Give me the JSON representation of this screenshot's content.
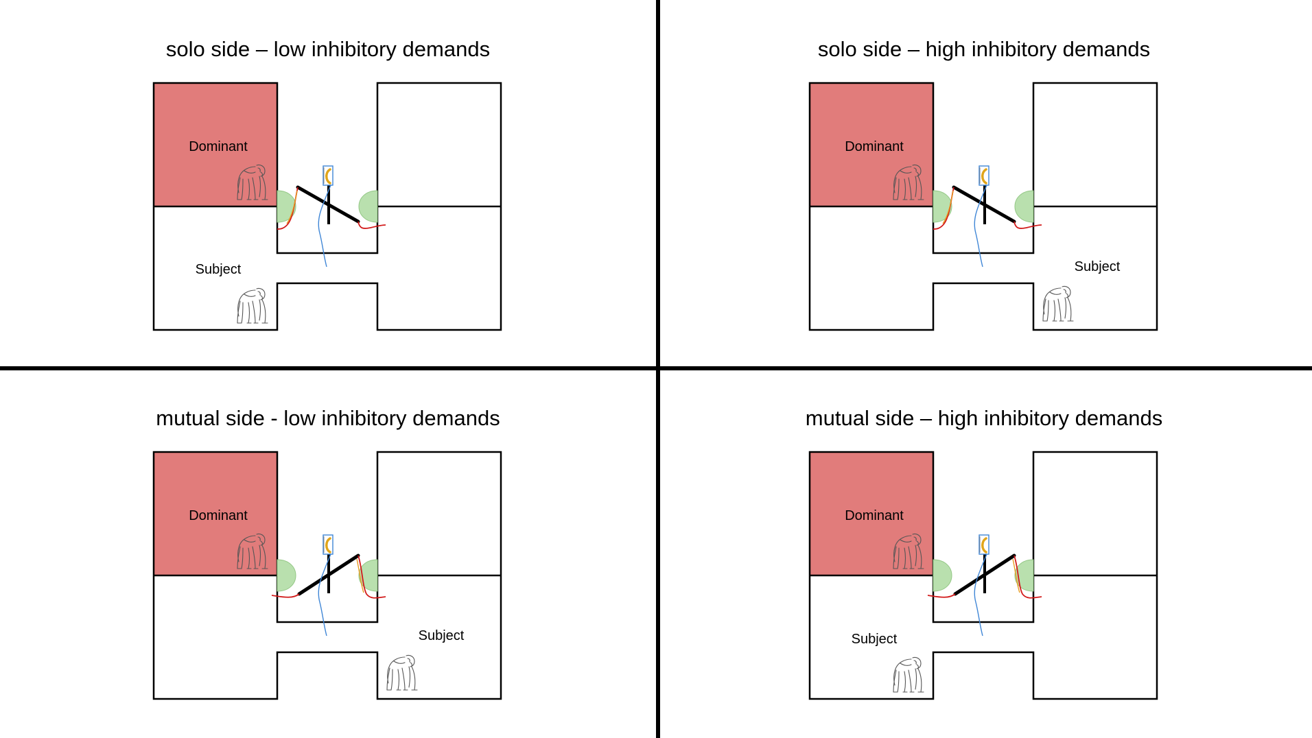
{
  "colors": {
    "dominant_fill": "#e17c7b",
    "mesh": "#b9e0ae",
    "mesh_stroke": "#93c785",
    "rope_red": "#d21a1a",
    "rope_orange": "#e89a1f",
    "rope_blue": "#3f86d6",
    "lines": "#000000"
  },
  "panels": [
    {
      "id": "solo-low",
      "title": "solo side – low inhibitory demands",
      "dominant_label": "Dominant",
      "subject_label": "Subject",
      "subject_side": "left",
      "board_tilt": "down"
    },
    {
      "id": "solo-high",
      "title": "solo side – high inhibitory demands",
      "dominant_label": "Dominant",
      "subject_label": "Subject",
      "subject_side": "right",
      "board_tilt": "down"
    },
    {
      "id": "mutual-low",
      "title": "mutual side - low inhibitory demands",
      "dominant_label": "Dominant",
      "subject_label": "Subject",
      "subject_side": "right",
      "board_tilt": "up"
    },
    {
      "id": "mutual-high",
      "title": "mutual side – high inhibitory demands",
      "dominant_label": "Dominant",
      "subject_label": "Subject",
      "subject_side": "left",
      "board_tilt": "up"
    }
  ],
  "icons": [
    "chimp-icon",
    "reward-tube-icon",
    "banana-icon"
  ]
}
